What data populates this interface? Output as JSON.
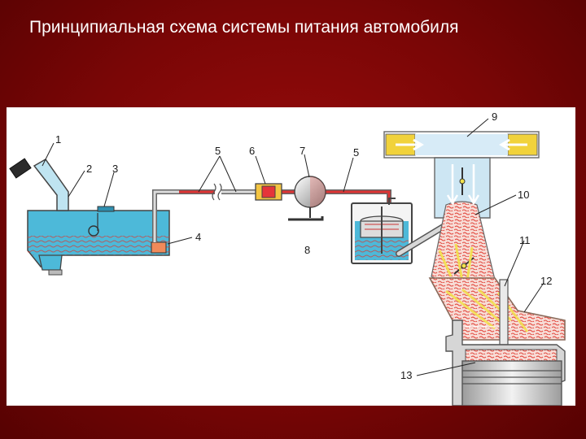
{
  "slide": {
    "title": "Принципиальная схема системы питания автомобиля"
  },
  "diagram": {
    "callouts": [
      {
        "id": "1",
        "label": "1"
      },
      {
        "id": "2",
        "label": "2"
      },
      {
        "id": "3",
        "label": "3"
      },
      {
        "id": "4",
        "label": "4"
      },
      {
        "id": "5a",
        "label": "5"
      },
      {
        "id": "6",
        "label": "6"
      },
      {
        "id": "7",
        "label": "7"
      },
      {
        "id": "5b",
        "label": "5"
      },
      {
        "id": "8",
        "label": "8"
      },
      {
        "id": "9",
        "label": "9"
      },
      {
        "id": "10",
        "label": "10"
      },
      {
        "id": "11",
        "label": "11"
      },
      {
        "id": "12",
        "label": "12"
      },
      {
        "id": "13",
        "label": "13"
      }
    ],
    "colors": {
      "background": "#8b0a0a",
      "fuel": "#49b8d8",
      "fuel_line": "#cc2b2b",
      "air": "#cfe6f4",
      "engine_block": "#d9d9d9",
      "outline": "#555555",
      "mixture": "#e85a50",
      "spray": "#f3e24c"
    }
  }
}
